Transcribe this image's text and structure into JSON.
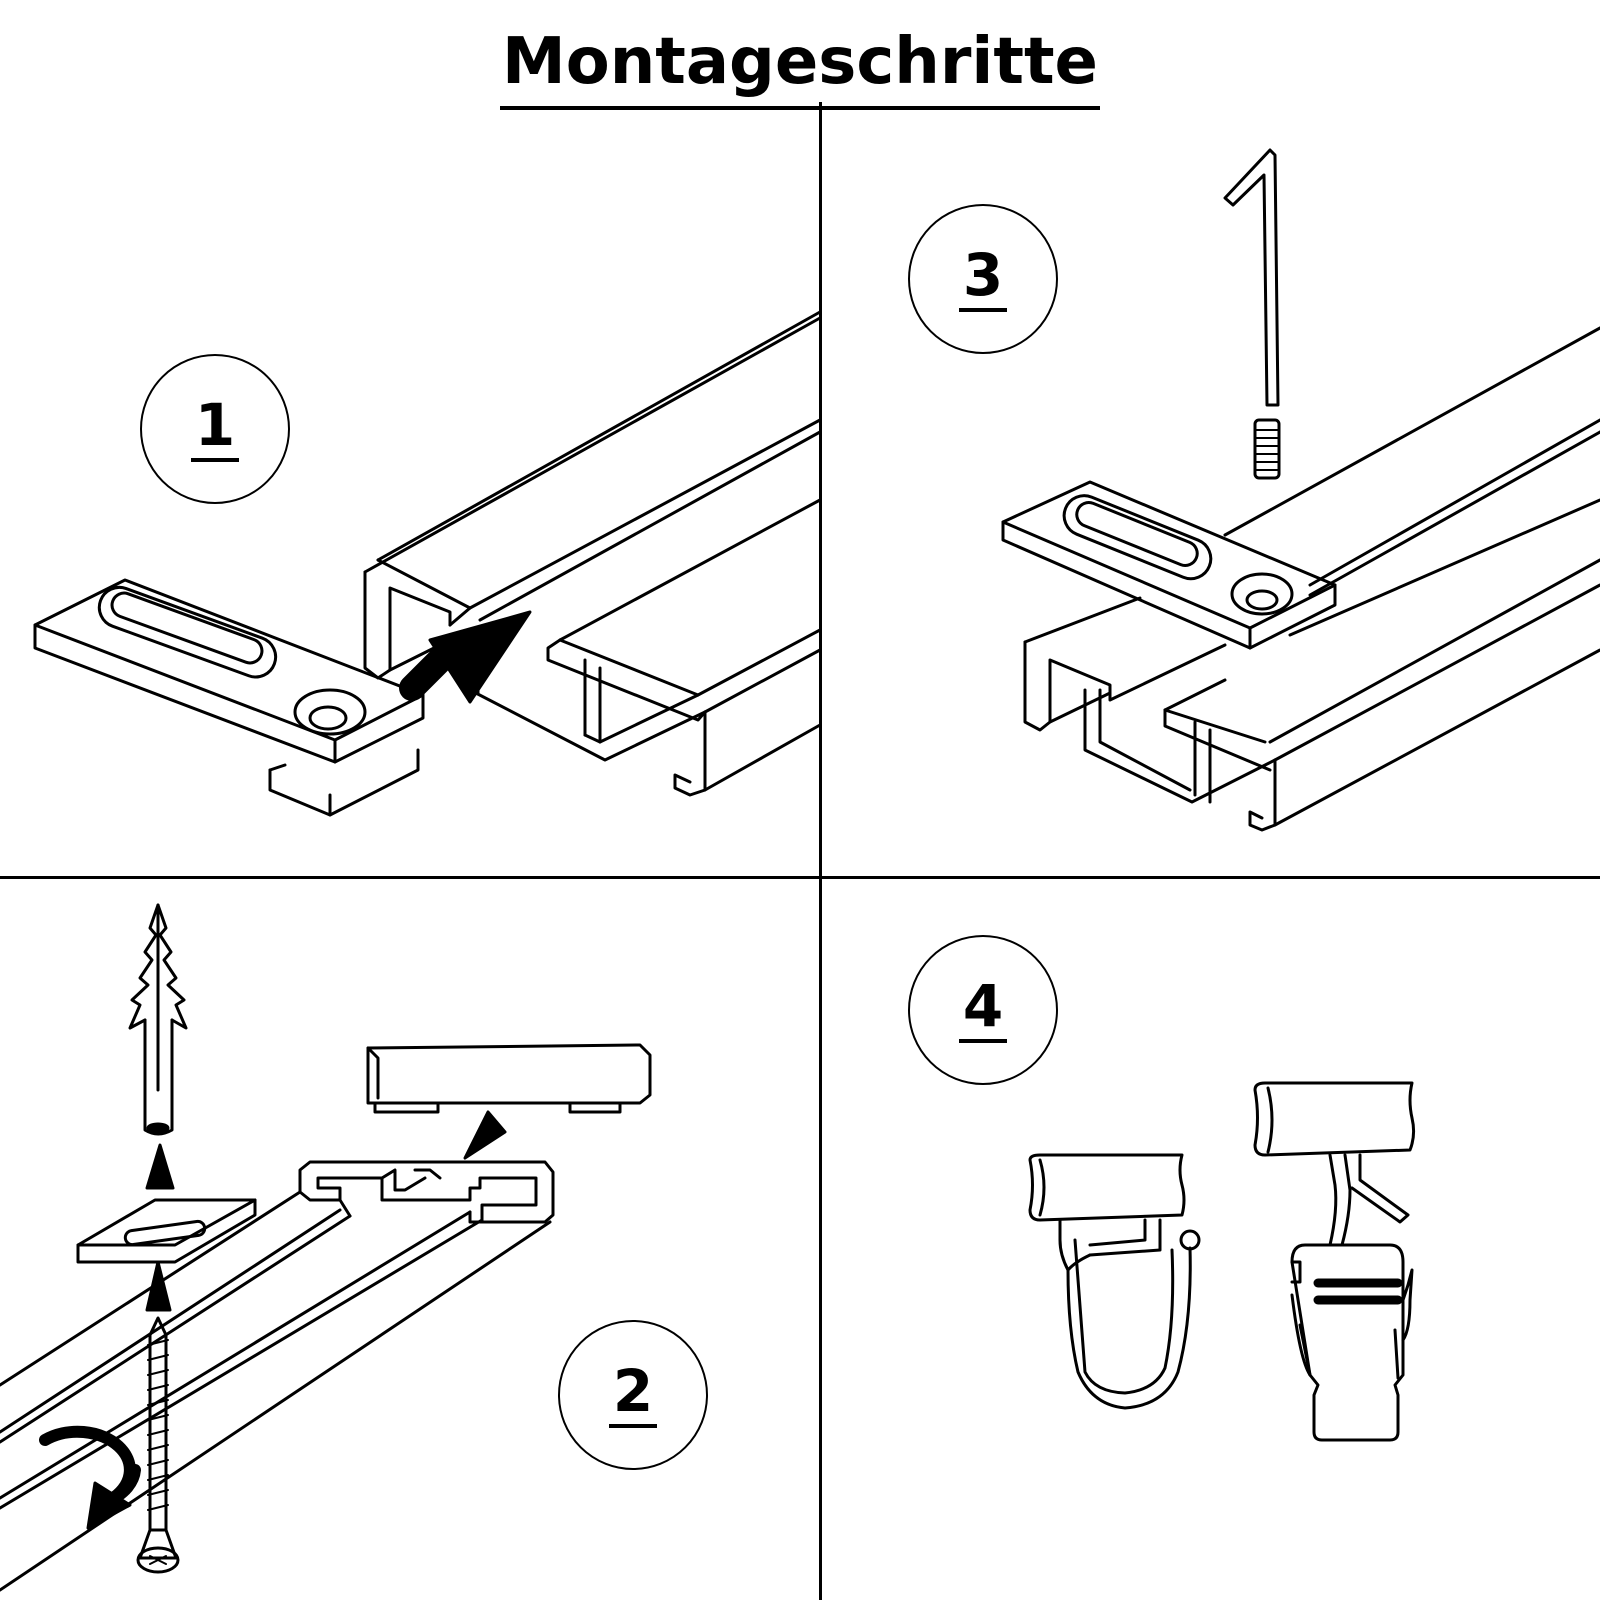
{
  "title": "Montageschritte",
  "steps": [
    {
      "number": "1"
    },
    {
      "number": "2"
    },
    {
      "number": "3"
    },
    {
      "number": "4"
    }
  ],
  "colors": {
    "line": "#000000",
    "background": "#ffffff"
  },
  "illustrations": {
    "step1": "bracket-sliding-into-double-track",
    "step2": "dowel-screw-and-end-cap-mounting",
    "step3": "hex-key-and-set-screw-fixing",
    "step4": "glider-hook-and-clip"
  }
}
